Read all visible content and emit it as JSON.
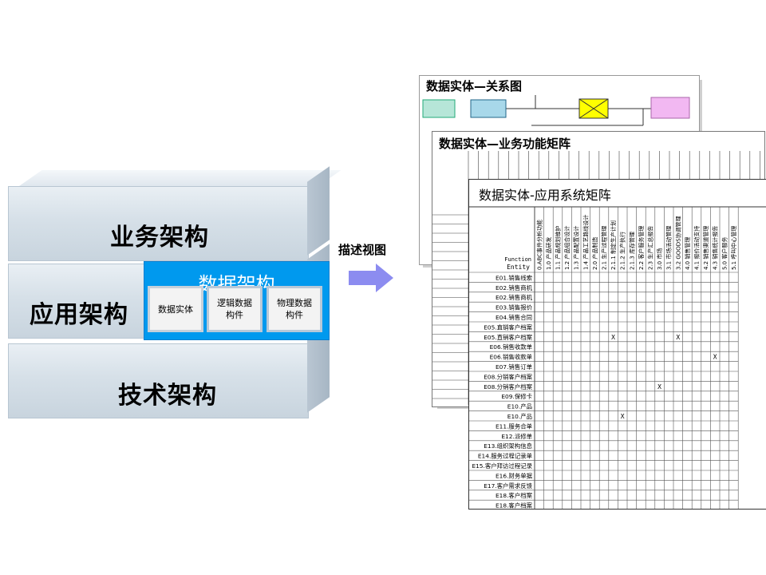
{
  "layers": {
    "business": "业务架构",
    "application": "应用架构",
    "technology": "技术架构",
    "data": {
      "title": "数据架构",
      "components": [
        "数据实体",
        "逻辑数据\n构件",
        "物理数据\n构件"
      ]
    }
  },
  "arrow_label": "描述视图",
  "cards": {
    "relation": {
      "title": "数据实体—关系图"
    },
    "function_matrix": {
      "title": "数据实体—业务功能矩阵"
    },
    "system_matrix": {
      "title": "数据实体-应用系统矩阵",
      "corner_label": "Entity",
      "corner_label_2": "Function",
      "columns": [
        "0.ABC事件分析功能",
        "1.0 产品研发",
        "1.1 产品规划维护",
        "1.2 产品组合设计",
        "1.3 产品配置设计",
        "1.4 产品工艺路线设计",
        "2.0 产品制造",
        "2.1 生产过程管理",
        "2.1.1 制定生产计划",
        "2.1.2 生产执行",
        "2.1.3 库存管理",
        "2.2 客户服务管理",
        "2.3 生产汇总报告",
        "3.0 市场",
        "3.1 市场活动管理",
        "3.2 GOODS协调管理",
        "4.0 销售管理",
        "4.1 报价活动支持",
        "4.2 销售渠道管理",
        "4.3 销售统计报告",
        "5.0 客户服务",
        "5.1 呼叫中心管理"
      ],
      "rows": [
        "E01.销售线索",
        "E02.销售商机",
        "E02.销售商机",
        "E03.销售报价",
        "E04.销售合同",
        "E05.直销客户档案",
        "E05.直销客户档案",
        "E06.销售收款单",
        "E06.销售收款单",
        "E07.销售订单",
        "E08.分销客户档案",
        "E08.分销客户档案",
        "E09.保修卡",
        "E10.产品",
        "E10.产品",
        "E11.服务合单",
        "E12.派修单",
        "E13.组织架构信息",
        "E14.服务过程记录单",
        "E15.客户拜访过程记录",
        "E16.财务单据",
        "E17.客户需求反馈",
        "E18.客户档案",
        "E18.客户档案"
      ],
      "marks": [
        {
          "row": 6,
          "col": 8,
          "text": "X"
        },
        {
          "row": 6,
          "col": 15,
          "text": "X"
        },
        {
          "row": 8,
          "col": 19,
          "text": "X"
        },
        {
          "row": 11,
          "col": 13,
          "text": "X"
        },
        {
          "row": 14,
          "col": 9,
          "text": "X"
        }
      ]
    }
  },
  "colors": {
    "data_box": "#0099ee",
    "arrow": "#8c8cf0",
    "slab": "#d6e0e8"
  }
}
